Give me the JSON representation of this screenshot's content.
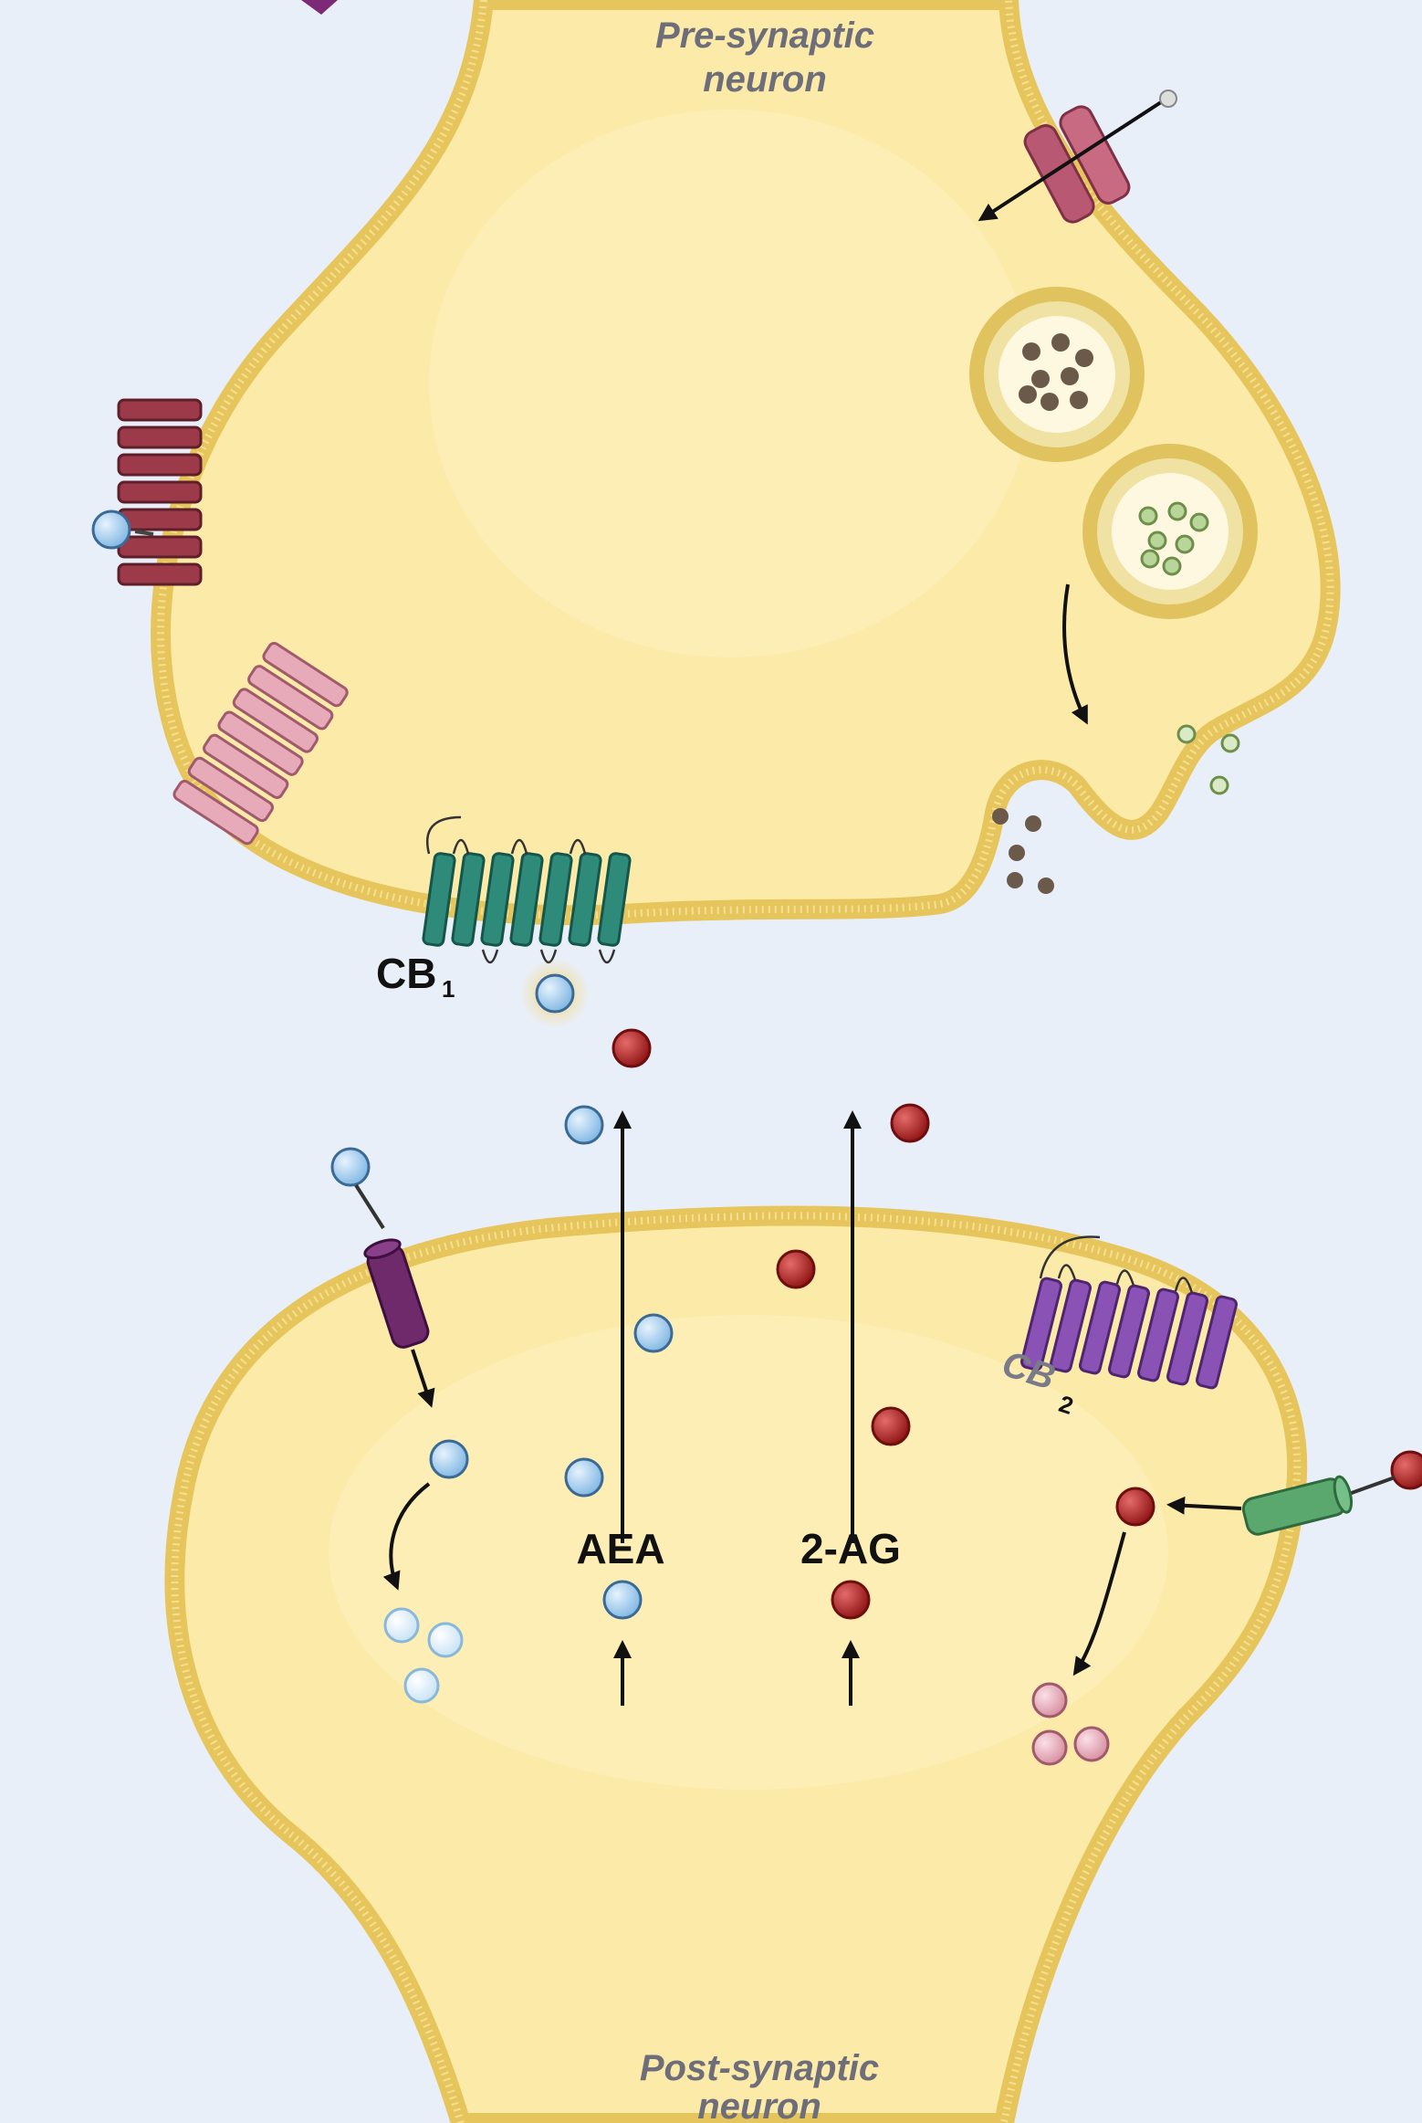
{
  "labels": {
    "pre_synaptic_line1": "Pre-synaptic",
    "pre_synaptic_line2": "neuron",
    "post_synaptic_line1": "Post-synaptic",
    "post_synaptic_line2": "neuron",
    "cb1": "CB",
    "cb1_sub": "1",
    "cb2": "CB",
    "cb2_sub": "2",
    "aea": "AEA",
    "two_ag": "2-AG"
  },
  "colors": {
    "cytoplasm": "#fbeaa8",
    "membrane": "#e6c65c",
    "background": "#edf3fa",
    "anandamide": "#8fc2ea",
    "two_ag": "#b21f1f",
    "cb1_receptor": "#2e8b7a",
    "cb2_receptor": "#8b52b5",
    "dark_red_receptor": "#9c3a4a",
    "pink_receptor": "#e0a2b0",
    "ion_channel": "#b85872",
    "transporter_purple": "#6e2a6a",
    "transporter_green": "#5aa86e",
    "vesicle_dark_particles": "#6b5a4a",
    "vesicle_green_particles": "#9cc080",
    "degradation_products_light": "#d8ecf8",
    "degradation_products_pink": "#e4a6b4"
  },
  "icons": [
    "ion-channel-icon",
    "synaptic-vesicle-icon",
    "gpcr-receptor-icon",
    "cb1-receptor-icon",
    "cb2-receptor-icon",
    "transporter-icon",
    "anandamide-molecule-icon",
    "two-ag-molecule-icon",
    "arrow-icon"
  ]
}
